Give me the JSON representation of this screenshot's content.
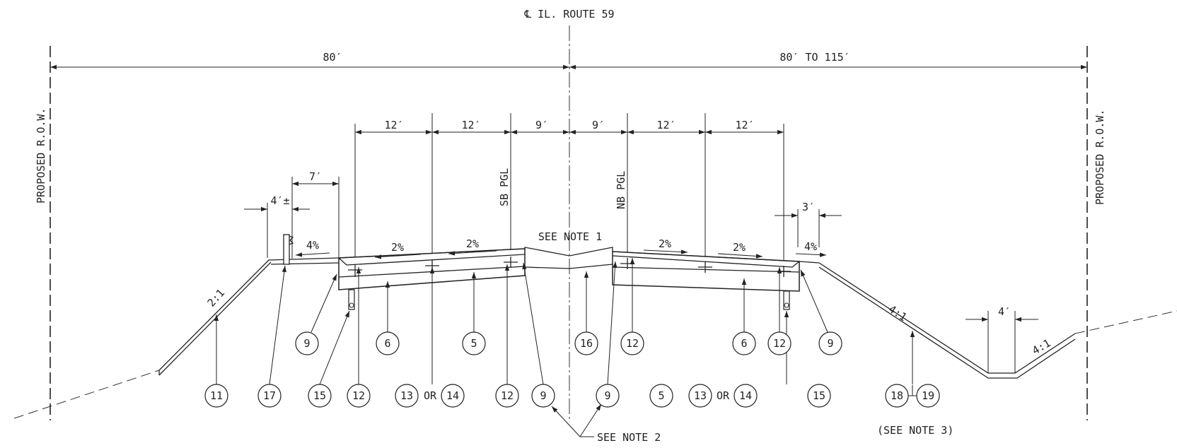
{
  "title": "℄ IL. ROUTE 59",
  "row_label_left": "PROPOSED R.O.W.",
  "row_label_right": "PROPOSED R.O.W.",
  "overall_dims": {
    "left": "80′",
    "right": "80′ TO 115′"
  },
  "lane_dims": [
    "12′",
    "12′",
    "9′",
    "9′",
    "12′",
    "12′"
  ],
  "side_dims": {
    "shoulder": "7′",
    "rail_offset": "4′±",
    "right_shoulder": "3′",
    "ditch": "4′"
  },
  "cross_slopes": [
    "4%",
    "2%",
    "2%",
    "2%",
    "2%",
    "4%"
  ],
  "side_slopes": [
    "2:1",
    "4:1",
    "4:1"
  ],
  "profile_labels": {
    "sb": "SB PGL",
    "nb": "NB PGL"
  },
  "notes": {
    "note1": "SEE NOTE 1",
    "note2": "SEE NOTE 2",
    "note3": "(SEE NOTE 3)"
  },
  "or_text": "OR",
  "callouts_upper": [
    "9",
    "6",
    "5",
    "16",
    "12",
    "6",
    "12",
    "9"
  ],
  "callouts_lower": [
    "11",
    "17",
    "15",
    "12",
    "13",
    "14",
    "12",
    "9",
    "9",
    "5",
    "13",
    "14",
    "15",
    "18",
    "19"
  ],
  "colors": {
    "ink": "#222222",
    "paper": "#ffffff"
  }
}
